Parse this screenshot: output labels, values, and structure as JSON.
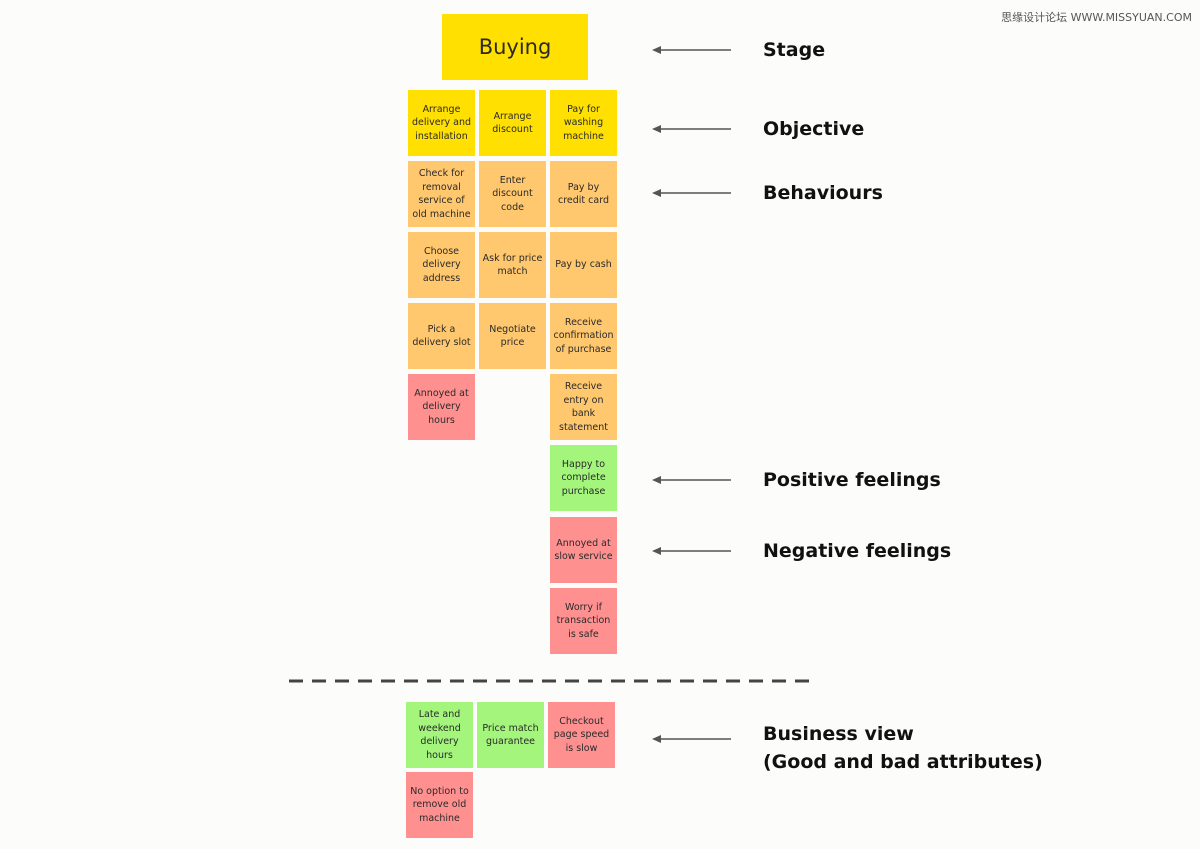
{
  "watermark": "思缘设计论坛 WWW.MISSYUAN.COM",
  "stage": "Buying",
  "labels": {
    "stage": "Stage",
    "objective": "Objective",
    "behaviours": "Behaviours",
    "positive": "Positive feelings",
    "negative": "Negative feelings",
    "business_line1": "Business view",
    "business_line2": "(Good and bad attributes)"
  },
  "notes": {
    "c1": [
      "Arrange delivery and installation",
      "Check for removal service of old machine",
      "Choose delivery address",
      "Pick a delivery slot",
      "Annoyed at delivery hours"
    ],
    "c2": [
      "Arrange discount",
      "Enter discount code",
      "Ask for price match",
      "Negotiate price"
    ],
    "c3": [
      "Pay for washing machine",
      "Pay by credit card",
      "Pay by cash",
      "Receive confirmation of purchase",
      "Receive entry on bank statement",
      "Happy to complete purchase",
      "Annoyed at slow service",
      "Worry if transaction is safe"
    ]
  },
  "business": [
    "Late and weekend delivery hours",
    "Price match guarantee",
    "Checkout page speed is slow",
    "No option to remove old machine"
  ],
  "colors": {
    "stage": "#ffe000",
    "objective": "#ffe000",
    "behaviour": "#ffc76e",
    "negative": "#ff9090",
    "positive": "#a4f57c"
  }
}
